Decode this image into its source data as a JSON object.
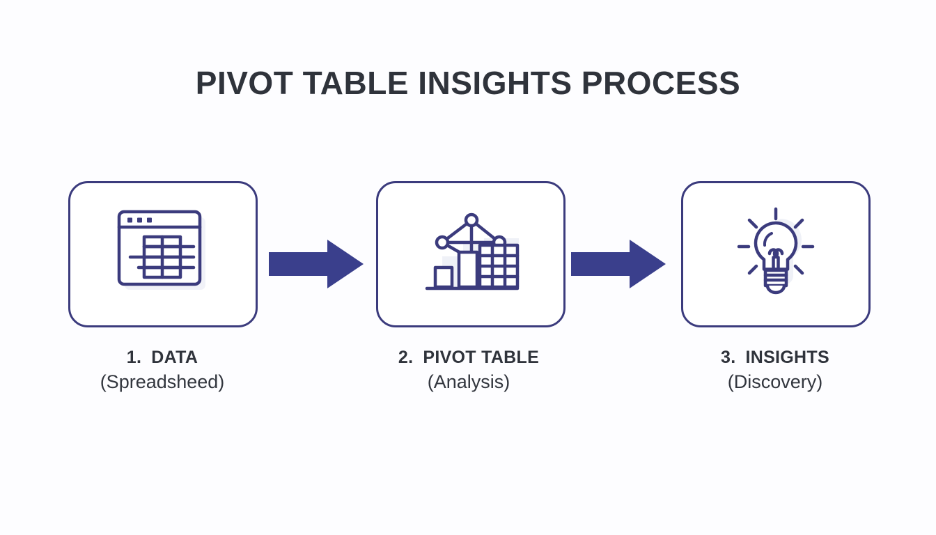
{
  "title": "PIVOT TABLE INSIGHTS PROCESS",
  "colors": {
    "background": "#fdfdff",
    "card_border": "#3b3b7d",
    "icon_stroke": "#3b3b7d",
    "arrow_fill": "#3a3f8c",
    "title_text": "#2f333b",
    "label_text": "#2f333b"
  },
  "steps": [
    {
      "number": "1.",
      "name": "DATA",
      "detail": "(Spreadsheed)",
      "icon": "spreadsheet-window-icon"
    },
    {
      "number": "2.",
      "name": "PIVOT TABLE",
      "detail": "(Analysis)",
      "icon": "pivot-chart-network-icon"
    },
    {
      "number": "3.",
      "name": "INSIGHTS",
      "detail": "(Discovery)",
      "icon": "lightbulb-icon"
    }
  ],
  "arrows": [
    {
      "name": "arrow-right-1",
      "direction": "right"
    },
    {
      "name": "arrow-right-2",
      "direction": "right"
    }
  ]
}
